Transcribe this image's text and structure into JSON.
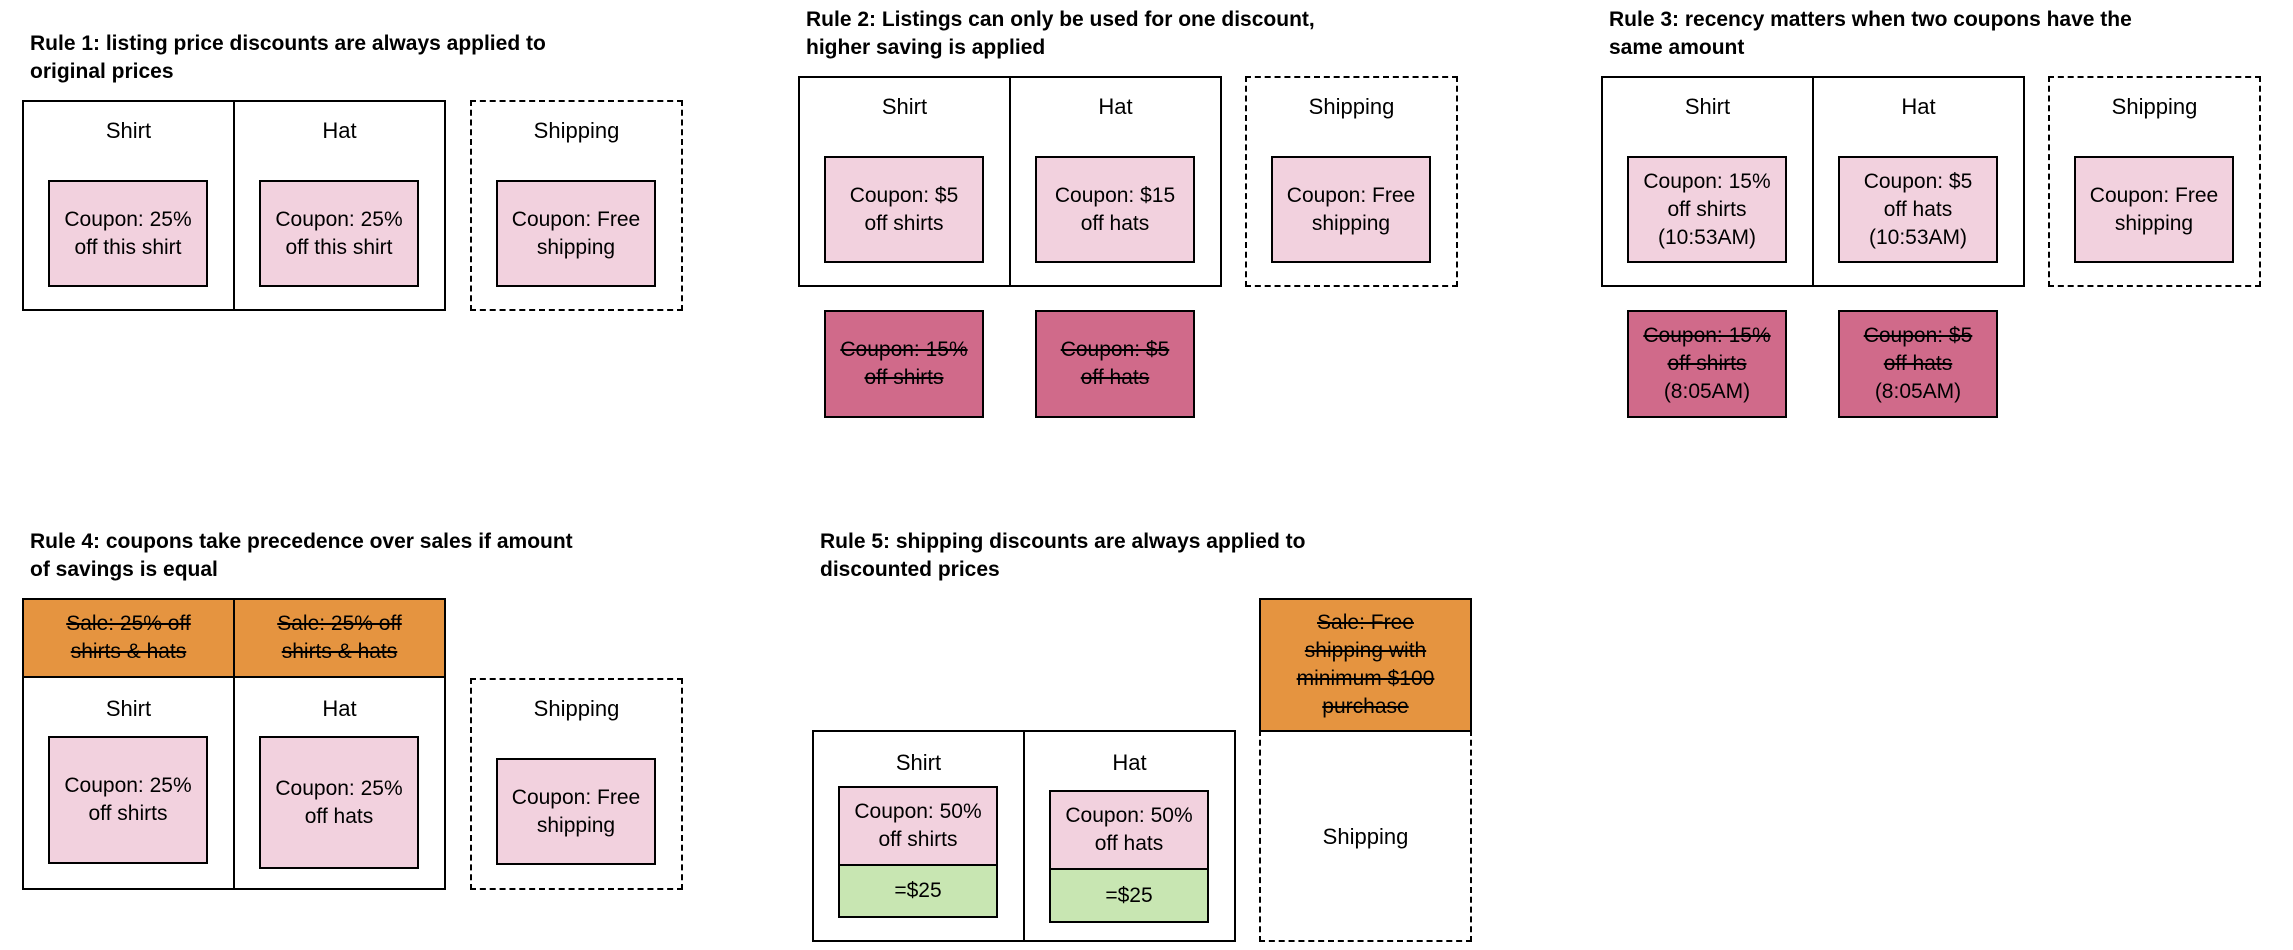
{
  "colors": {
    "coupon_fill": "#f2d1de",
    "rejected_coupon_fill": "#d06a8a",
    "sale_fill": "#e59440",
    "result_fill": "#c8e6b2"
  },
  "rule1": {
    "title": [
      "Rule 1: listing price discounts are always applied to",
      "original prices"
    ],
    "shirt_label": "Shirt",
    "hat_label": "Hat",
    "shipping_label": "Shipping",
    "shirt_coupon": [
      "Coupon: 25%",
      "off this shirt"
    ],
    "hat_coupon": [
      "Coupon: 25%",
      "off this shirt"
    ],
    "shipping_coupon": [
      "Coupon: Free",
      "shipping"
    ]
  },
  "rule2": {
    "title": [
      "Rule 2: Listings can only be used for one discount,",
      "higher saving is applied"
    ],
    "shirt_label": "Shirt",
    "hat_label": "Hat",
    "shipping_label": "Shipping",
    "shirt_coupon": [
      "Coupon: $5",
      "off shirts"
    ],
    "hat_coupon": [
      "Coupon: $15",
      "off hats"
    ],
    "shipping_coupon": [
      "Coupon: Free",
      "shipping"
    ],
    "shirt_rejected": [
      "Coupon: 15%",
      "off shirts"
    ],
    "hat_rejected": [
      "Coupon: $5",
      "off hats"
    ]
  },
  "rule3": {
    "title": [
      "Rule 3: recency matters when two coupons have the",
      "same amount"
    ],
    "shirt_label": "Shirt",
    "hat_label": "Hat",
    "shipping_label": "Shipping",
    "shirt_coupon": [
      "Coupon: 15%",
      "off shirts",
      "(10:53AM)"
    ],
    "hat_coupon": [
      "Coupon: $5",
      "off hats",
      "(10:53AM)"
    ],
    "shipping_coupon": [
      "Coupon: Free",
      "shipping"
    ],
    "shirt_rejected": [
      "Coupon: 15%",
      "off shirts",
      "(8:05AM)"
    ],
    "hat_rejected": [
      "Coupon: $5",
      "off hats",
      "(8:05AM)"
    ]
  },
  "rule4": {
    "title": [
      "Rule 4: coupons take precedence over sales if amount",
      "of savings is equal"
    ],
    "shirt_sale": [
      "Sale: 25% off",
      "shirts & hats"
    ],
    "hat_sale": [
      "Sale: 25% off",
      "shirts & hats"
    ],
    "shirt_label": "Shirt",
    "hat_label": "Hat",
    "shipping_label": "Shipping",
    "shirt_coupon": [
      "Coupon: 25%",
      "off shirts"
    ],
    "hat_coupon": [
      "Coupon: 25%",
      "off hats"
    ],
    "shipping_coupon": [
      "Coupon: Free",
      "shipping"
    ]
  },
  "rule5": {
    "title": [
      "Rule 5: shipping discounts are always applied to",
      "discounted prices"
    ],
    "shipping_sale": [
      "Sale: Free",
      "shipping with",
      "minimum $100",
      "purchase"
    ],
    "shirt_label": "Shirt",
    "hat_label": "Hat",
    "shipping_label": "Shipping",
    "shirt_coupon": [
      "Coupon: 50%",
      "off shirts"
    ],
    "hat_coupon": [
      "Coupon: 50%",
      "off hats"
    ],
    "shirt_result": "=$25",
    "hat_result": "=$25"
  }
}
